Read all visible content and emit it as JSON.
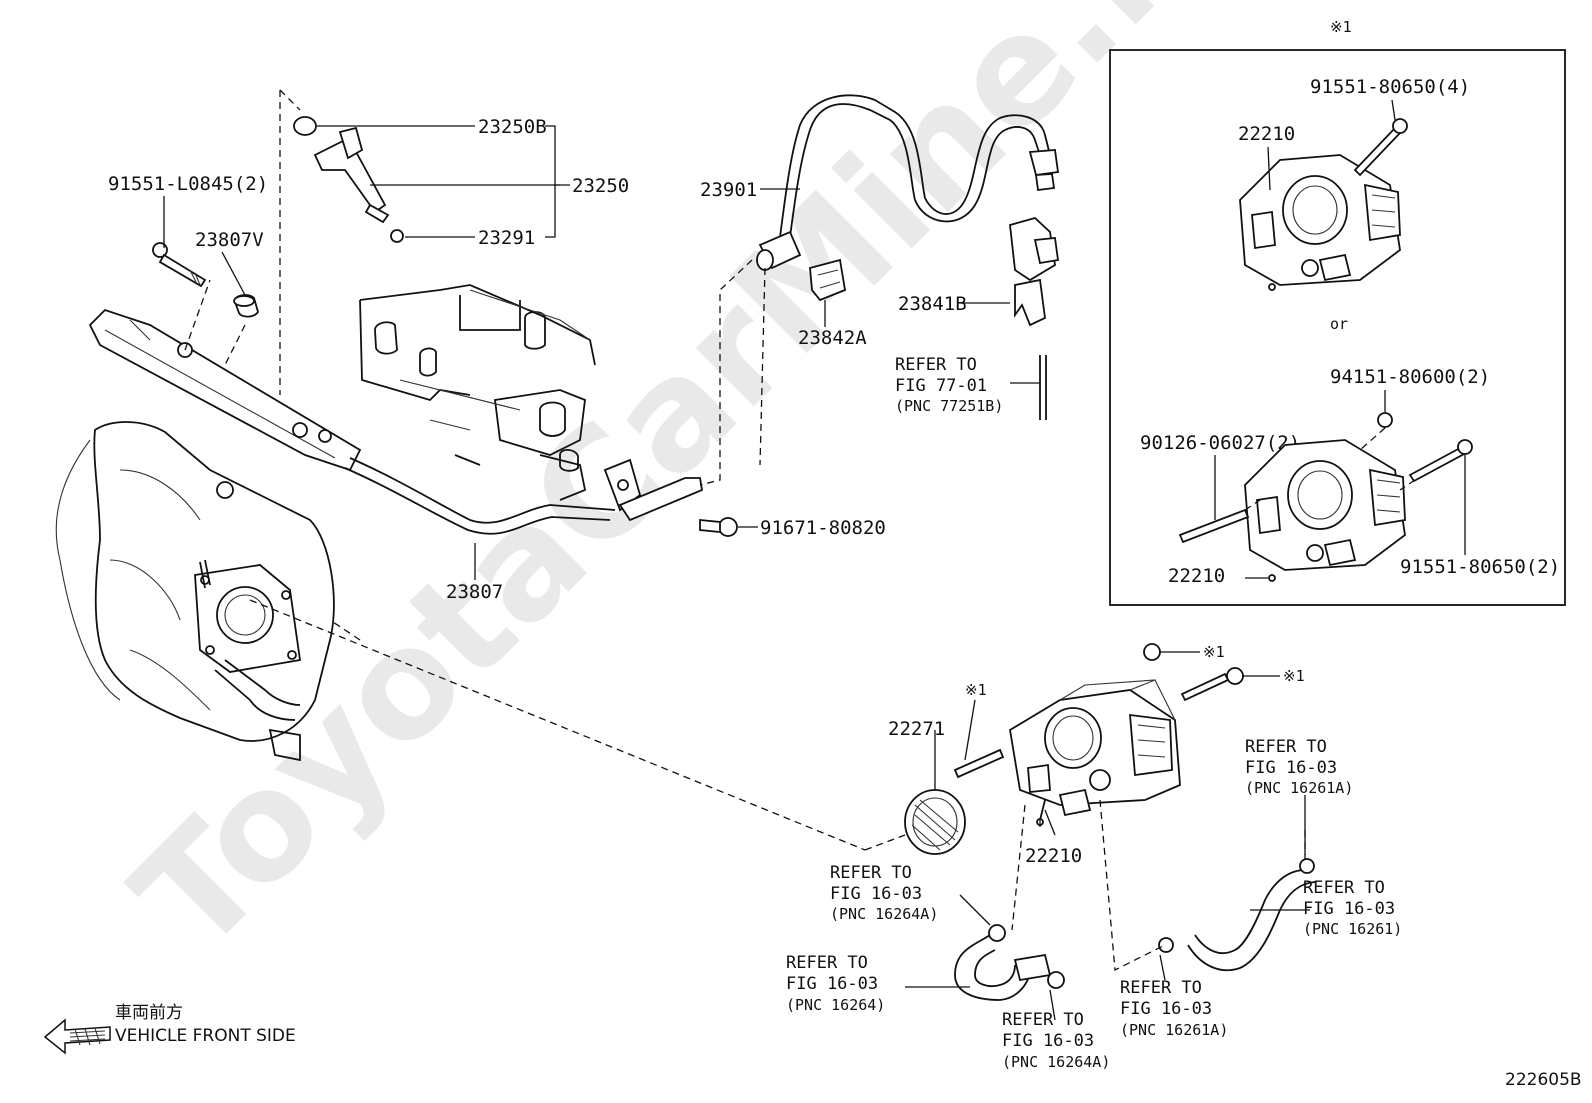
{
  "watermark": "ToyotaCarMine.ru",
  "figure_code": "222605B",
  "direction": {
    "jp": "車両前方",
    "en": "VEHICLE FRONT SIDE"
  },
  "labels": {
    "p23250B": "23250B",
    "p23250": "23250",
    "p23291": "23291",
    "p91551_L0845": "91551-L0845(2)",
    "p23807V": "23807V",
    "p23807": "23807",
    "p23901": "23901",
    "p23842A": "23842A",
    "p23841B": "23841B",
    "p91671": "91671-80820",
    "p22271": "22271",
    "p22210_main": "22210",
    "note_mark": "※1"
  },
  "refer_77": {
    "line1": "REFER TO",
    "line2": "FIG 77-01",
    "line3": "(PNC 77251B)"
  },
  "refer_16264A_top": {
    "line1": "REFER TO",
    "line2": "FIG 16-03",
    "line3": "(PNC 16264A)"
  },
  "refer_16264": {
    "line1": "REFER TO",
    "line2": "FIG 16-03",
    "line3": "(PNC 16264)"
  },
  "refer_16264A_bot": {
    "line1": "REFER TO",
    "line2": "FIG 16-03",
    "line3": "(PNC 16264A)"
  },
  "refer_16261A_top": {
    "line1": "REFER TO",
    "line2": "FIG 16-03",
    "line3": "(PNC 16261A)"
  },
  "refer_16261": {
    "line1": "REFER TO",
    "line2": "FIG 16-03",
    "line3": "(PNC 16261)"
  },
  "refer_16261A_bot": {
    "line1": "REFER TO",
    "line2": "FIG 16-03",
    "line3": "(PNC 16261A)"
  },
  "inset": {
    "mark": "※1",
    "p91551_4": "91551-80650(4)",
    "p22210_a": "22210",
    "or": "or",
    "p94151": "94151-80600(2)",
    "p90126": "90126-06027(2)",
    "p22210_b": "22210",
    "p91551_2": "91551-80650(2)"
  }
}
